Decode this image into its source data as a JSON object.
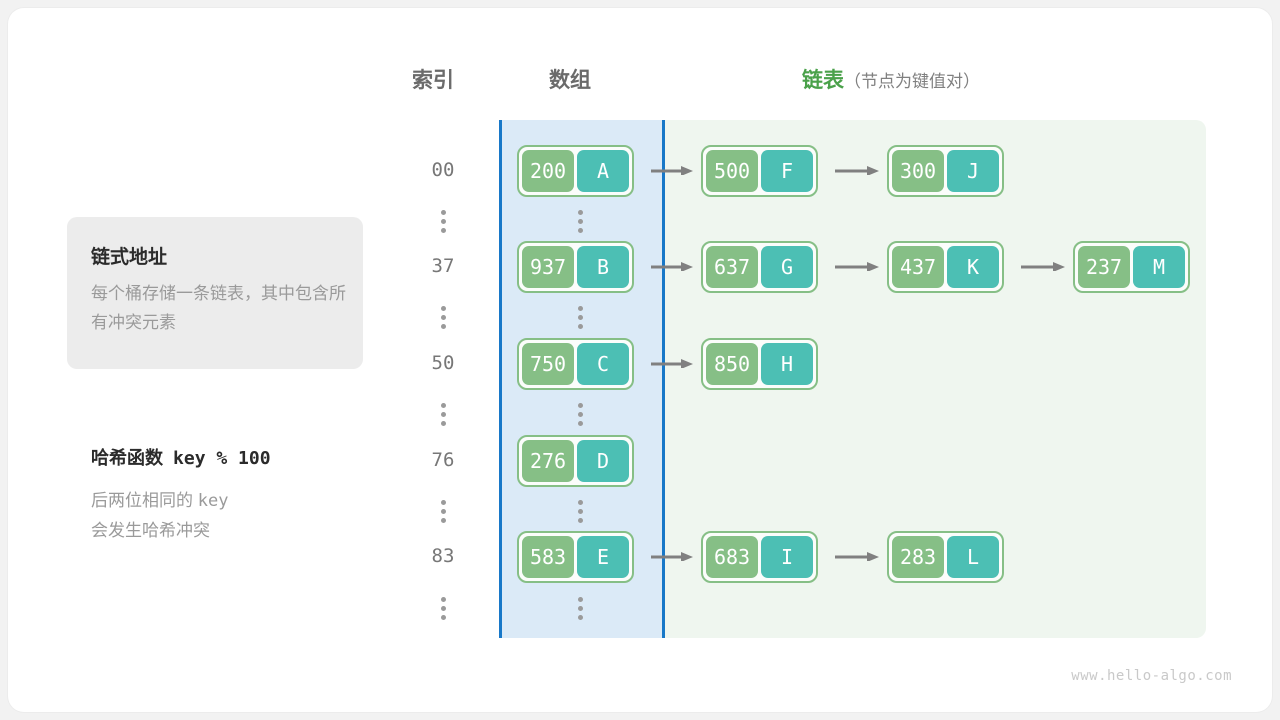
{
  "headers": {
    "index": "索引",
    "array": "数组",
    "list": "链表",
    "list_sub": "（节点为键值对）"
  },
  "info_box": {
    "title": "链式地址",
    "body": "每个桶存储一条链表，其中包含所有冲突元素"
  },
  "hash_note": {
    "title_label": "哈希函数",
    "title_expr": "key % 100",
    "body_line1_a": "后两位相同的 ",
    "body_line1_b": "key",
    "body_line2": "会发生哈希冲突"
  },
  "colors": {
    "key_fill": "#86bf86",
    "value_fill": "#4cbfb4",
    "array_panel_bg": "#dbeaf7",
    "array_panel_border": "#1878c8",
    "list_panel_bg": "#eff6ef",
    "arrow": "#808080",
    "accent_green": "#4aa14a"
  },
  "buckets": [
    {
      "index": "00",
      "bucket": {
        "key": "200",
        "value": "A"
      },
      "chain": [
        {
          "key": "500",
          "value": "F"
        },
        {
          "key": "300",
          "value": "J"
        }
      ]
    },
    {
      "index": "37",
      "bucket": {
        "key": "937",
        "value": "B"
      },
      "chain": [
        {
          "key": "637",
          "value": "G"
        },
        {
          "key": "437",
          "value": "K"
        },
        {
          "key": "237",
          "value": "M"
        }
      ]
    },
    {
      "index": "50",
      "bucket": {
        "key": "750",
        "value": "C"
      },
      "chain": [
        {
          "key": "850",
          "value": "H"
        }
      ]
    },
    {
      "index": "76",
      "bucket": {
        "key": "276",
        "value": "D"
      },
      "chain": []
    },
    {
      "index": "83",
      "bucket": {
        "key": "583",
        "value": "E"
      },
      "chain": [
        {
          "key": "683",
          "value": "I"
        },
        {
          "key": "283",
          "value": "L"
        }
      ]
    }
  ],
  "footer": "www.hello-algo.com"
}
